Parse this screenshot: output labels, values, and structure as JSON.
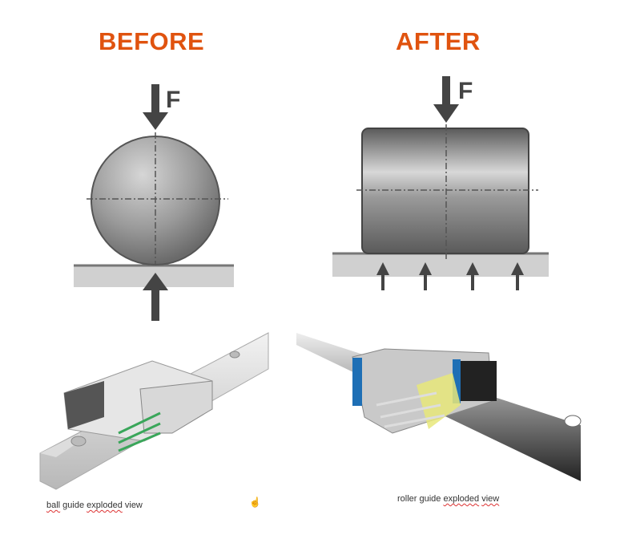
{
  "headings": {
    "before": "BEFORE",
    "after": "AFTER"
  },
  "diagrams": {
    "before": {
      "force_label": "F",
      "shape": "ball",
      "contact": "point"
    },
    "after": {
      "force_label": "F",
      "shape": "roller",
      "contact": "line"
    }
  },
  "captions": {
    "ball": {
      "w1": "ball",
      "w2": " guide ",
      "w3": "exploded",
      "w4": " view"
    },
    "roller": {
      "w1": "roller guide ",
      "w2": "exploded",
      "w3": " ",
      "w4": "view"
    }
  },
  "colors": {
    "heading": "#e0530f",
    "ball_balls": "#3aa65a",
    "roller_end_cap": "#1e6fb5",
    "roller_retainer": "#e8e87a"
  },
  "icons": {
    "cursor": "hand-cursor-icon"
  }
}
